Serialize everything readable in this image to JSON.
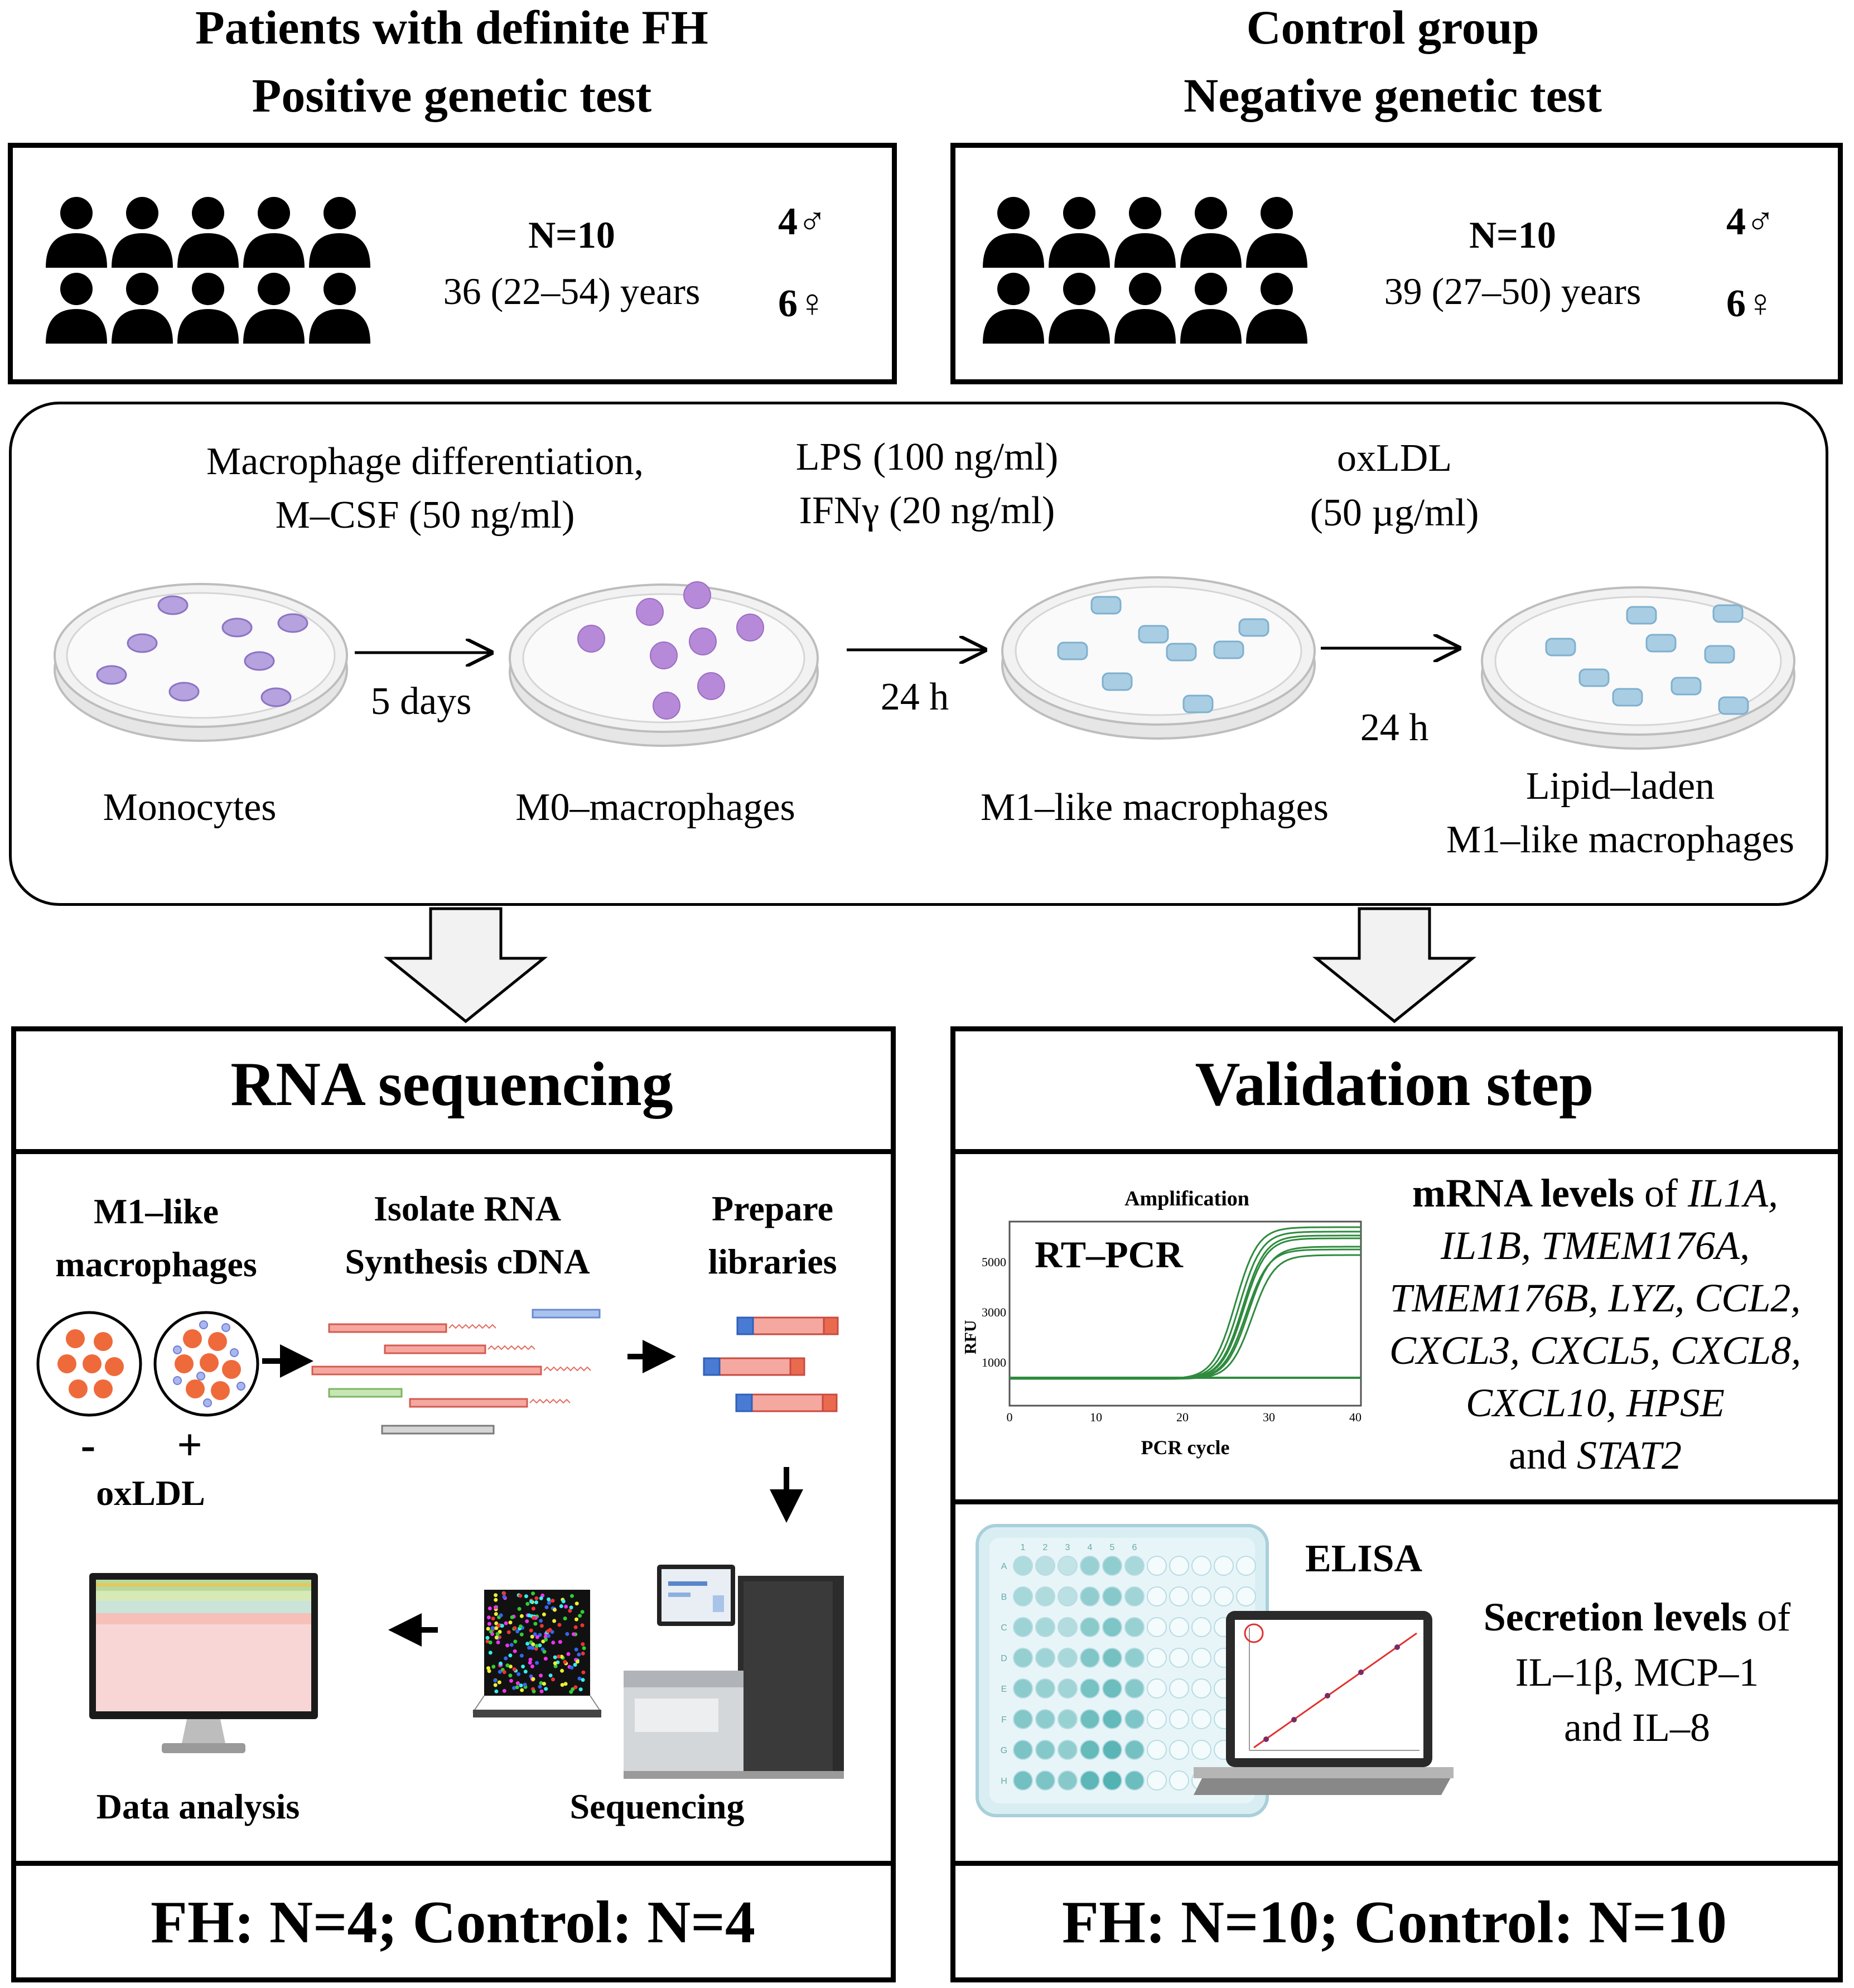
{
  "cohorts": {
    "fh": {
      "title_line1": "Patients with definite FH",
      "title_line2": "Positive genetic test",
      "n": "N=10",
      "age": "36 (22–54) years",
      "male": "4♂",
      "female": "6♀"
    },
    "control": {
      "title_line1": "Control group",
      "title_line2": "Negative genetic test",
      "n": "N=10",
      "age": "39 (27–50) years",
      "male": "4♂",
      "female": "6♀"
    }
  },
  "protocol": {
    "step1_line1": "Macrophage differentiation,",
    "step1_line2": "M–CSF (50 ng/ml)",
    "step2_line1": "LPS (100 ng/ml)",
    "step2_line2": "IFNγ (20 ng/ml)",
    "step3_line1": "oxLDL",
    "step3_line2": "(50 µg/ml)",
    "time1": "5 days",
    "time2": "24 h",
    "time3": "24 h",
    "cells": [
      "Monocytes",
      "M0–macrophages",
      "M1–like macrophages"
    ],
    "final_line1": "Lipid–laden",
    "final_line2": "M1–like macrophages"
  },
  "rnaseq": {
    "title": "RNA sequencing",
    "col1_line1": "M1–like",
    "col1_line2": "macrophages",
    "col2_line1": "Isolate RNA",
    "col2_line2": "Synthesis cDNA",
    "col3_line1": "Prepare",
    "col3_line2": "libraries",
    "minus": "-",
    "plus": "+",
    "oxldl": "oxLDL",
    "data_analysis": "Data analysis",
    "sequencing": "Sequencing",
    "footer": "FH: N=4; Control: N=4"
  },
  "validation": {
    "title": "Validation step",
    "pcr_chart_title": "Amplification",
    "pcr_label": "RT–PCR",
    "pcr_ylabel": "RFU",
    "pcr_xlabel": "PCR cycle",
    "pcr_yticks": [
      "5000",
      "3000",
      "1000"
    ],
    "pcr_xticks": [
      "0",
      "10",
      "20",
      "30",
      "40"
    ],
    "mrna_bold": "mRNA levels",
    "mrna_of": " of ",
    "genes_line1": "IL1A,",
    "genes_line2": "IL1B, TMEM176A,",
    "genes_line3": "TMEM176B, LYZ, CCL2,",
    "genes_line4": "CXCL3, CXCL5, CXCL8,",
    "genes_line5": "CXCL10, HPSE",
    "and": "and ",
    "gene_last": "STAT2",
    "elisa_label": "ELISA",
    "plate_rows": [
      "A",
      "B",
      "C",
      "D",
      "E",
      "F",
      "G",
      "H"
    ],
    "plate_cols": [
      "1",
      "2",
      "3",
      "4",
      "5",
      "6"
    ],
    "secretion_bold": "Secretion levels",
    "secretion_of": " of",
    "secretion_line2": "IL–1β, MCP–1",
    "secretion_line3": "and IL–8",
    "footer": "FH: N=10; Control: N=10"
  },
  "colors": {
    "border": "#000000",
    "pcr_curve": "#2e8b3e",
    "cell_purple": "#a98fd6",
    "cell_blue": "#9cc4dd",
    "cell_orange": "#ee6a3a",
    "well_teal": "#3aa6a6"
  }
}
